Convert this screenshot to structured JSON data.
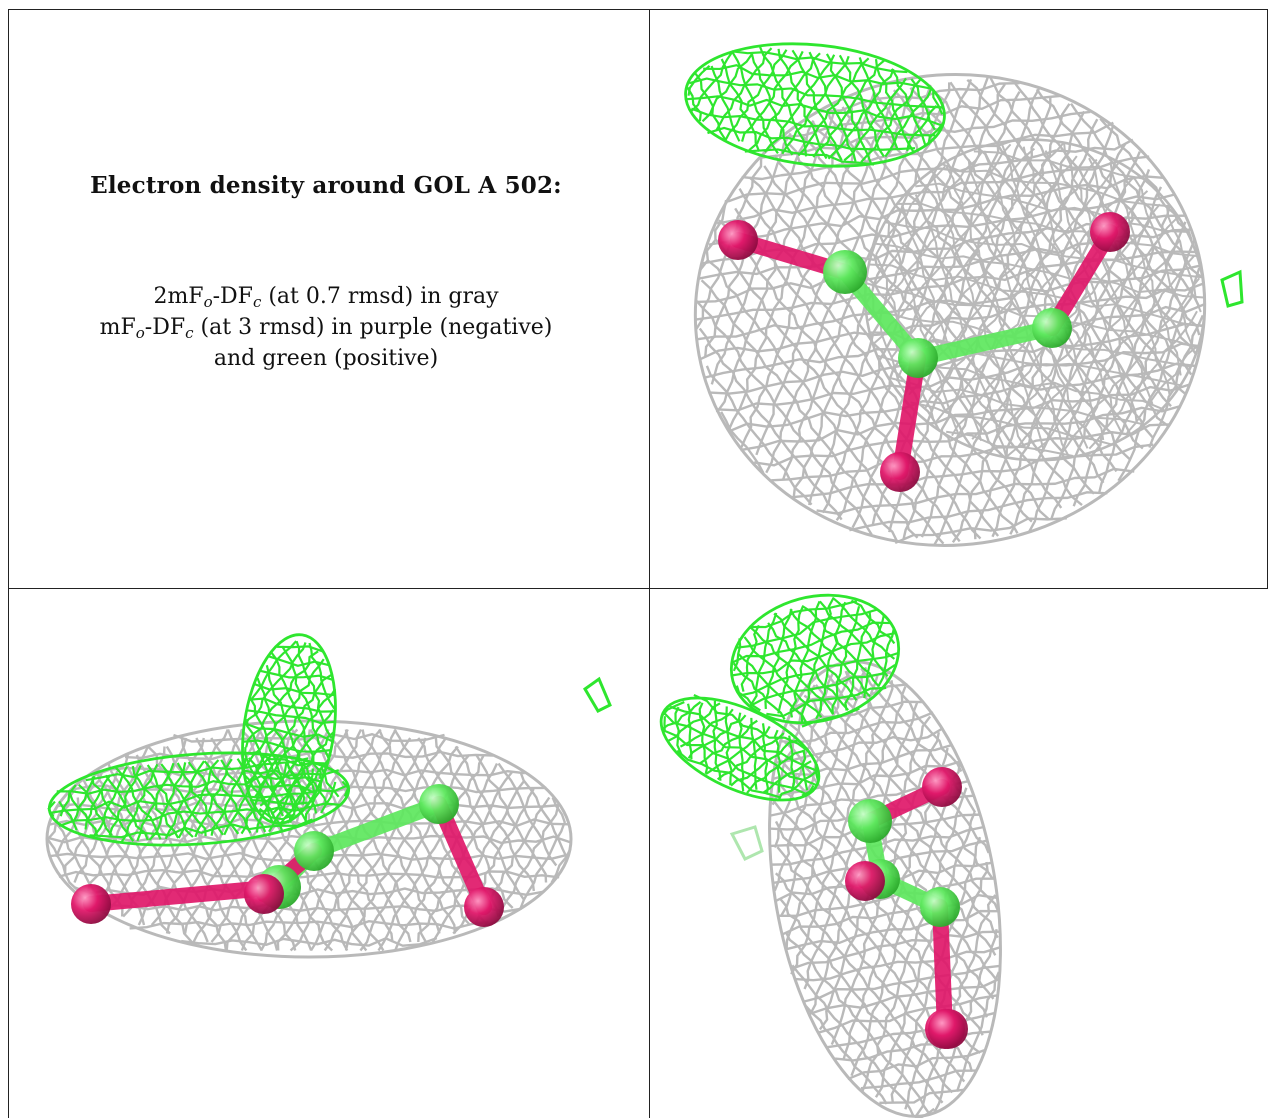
{
  "caption": {
    "title": "Electron density around GOL A 502:",
    "line1": {
      "a": "2mF",
      "sub1": "o",
      "b": "-DF",
      "sub2": "c",
      "rest": " (at 0.7 rmsd) in gray"
    },
    "line2": {
      "a": "mF",
      "sub1": "o",
      "b": "-DF",
      "sub2": "c",
      "rest": " (at 3 rmsd) in purple (negative)"
    },
    "line3": "and green (positive)"
  },
  "colors": {
    "grid_line": "#222222",
    "mesh_gray": "#b9b9b9",
    "mesh_green": "#2ee62e",
    "carbon": "#5ee85e",
    "oxygen": "#e0186a"
  },
  "panels": [
    {
      "name": "view-top-right"
    },
    {
      "name": "view-bottom-left"
    },
    {
      "name": "view-bottom-right"
    }
  ]
}
